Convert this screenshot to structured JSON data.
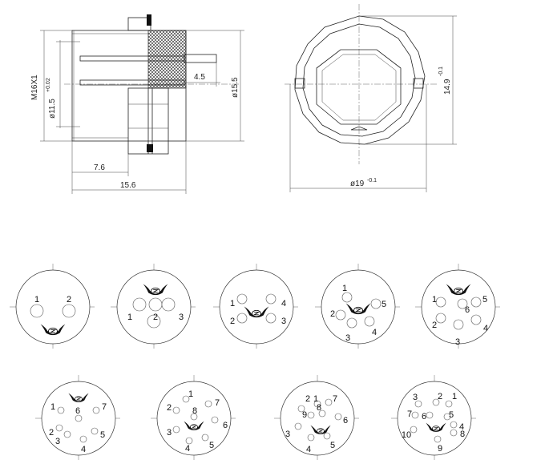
{
  "dimensions": {
    "thread": "M16X1",
    "inner_dia": "ø11.5",
    "inner_dia_tol": "+0.02",
    "outer_dia_side": "ø15.5",
    "len_short": "4.5",
    "len_mid": "7.6",
    "len_total": "15.6",
    "hex_height": "14.9",
    "hex_height_tol": "-0.1",
    "front_dia": "ø19",
    "front_dia_tol": "-0.1"
  },
  "pin_layouts": [
    {
      "id": "2-pin",
      "labels": [
        "1",
        "2"
      ]
    },
    {
      "id": "3-pin",
      "labels": [
        "1",
        "2",
        "3"
      ]
    },
    {
      "id": "4-pin",
      "labels": [
        "1",
        "4",
        "2",
        "3"
      ]
    },
    {
      "id": "5-pin",
      "labels": [
        "1",
        "5",
        "2",
        "3",
        "4"
      ]
    },
    {
      "id": "6-pin",
      "labels": [
        "1",
        "5",
        "6",
        "2",
        "4",
        "3"
      ]
    },
    {
      "id": "7-pin",
      "labels": [
        "1",
        "7",
        "6",
        "2",
        "5",
        "3",
        "4"
      ]
    },
    {
      "id": "8-pin",
      "labels": [
        "1",
        "8",
        "2",
        "7",
        "6",
        "3",
        "4",
        "5"
      ]
    },
    {
      "id": "9-pin",
      "labels": [
        "2",
        "1",
        "7",
        "9",
        "8",
        "6",
        "3",
        "4",
        "5"
      ]
    },
    {
      "id": "10-pin",
      "labels": [
        "3",
        "2",
        "1",
        "7",
        "5",
        "6",
        "4",
        "10",
        "8",
        "9"
      ]
    }
  ]
}
